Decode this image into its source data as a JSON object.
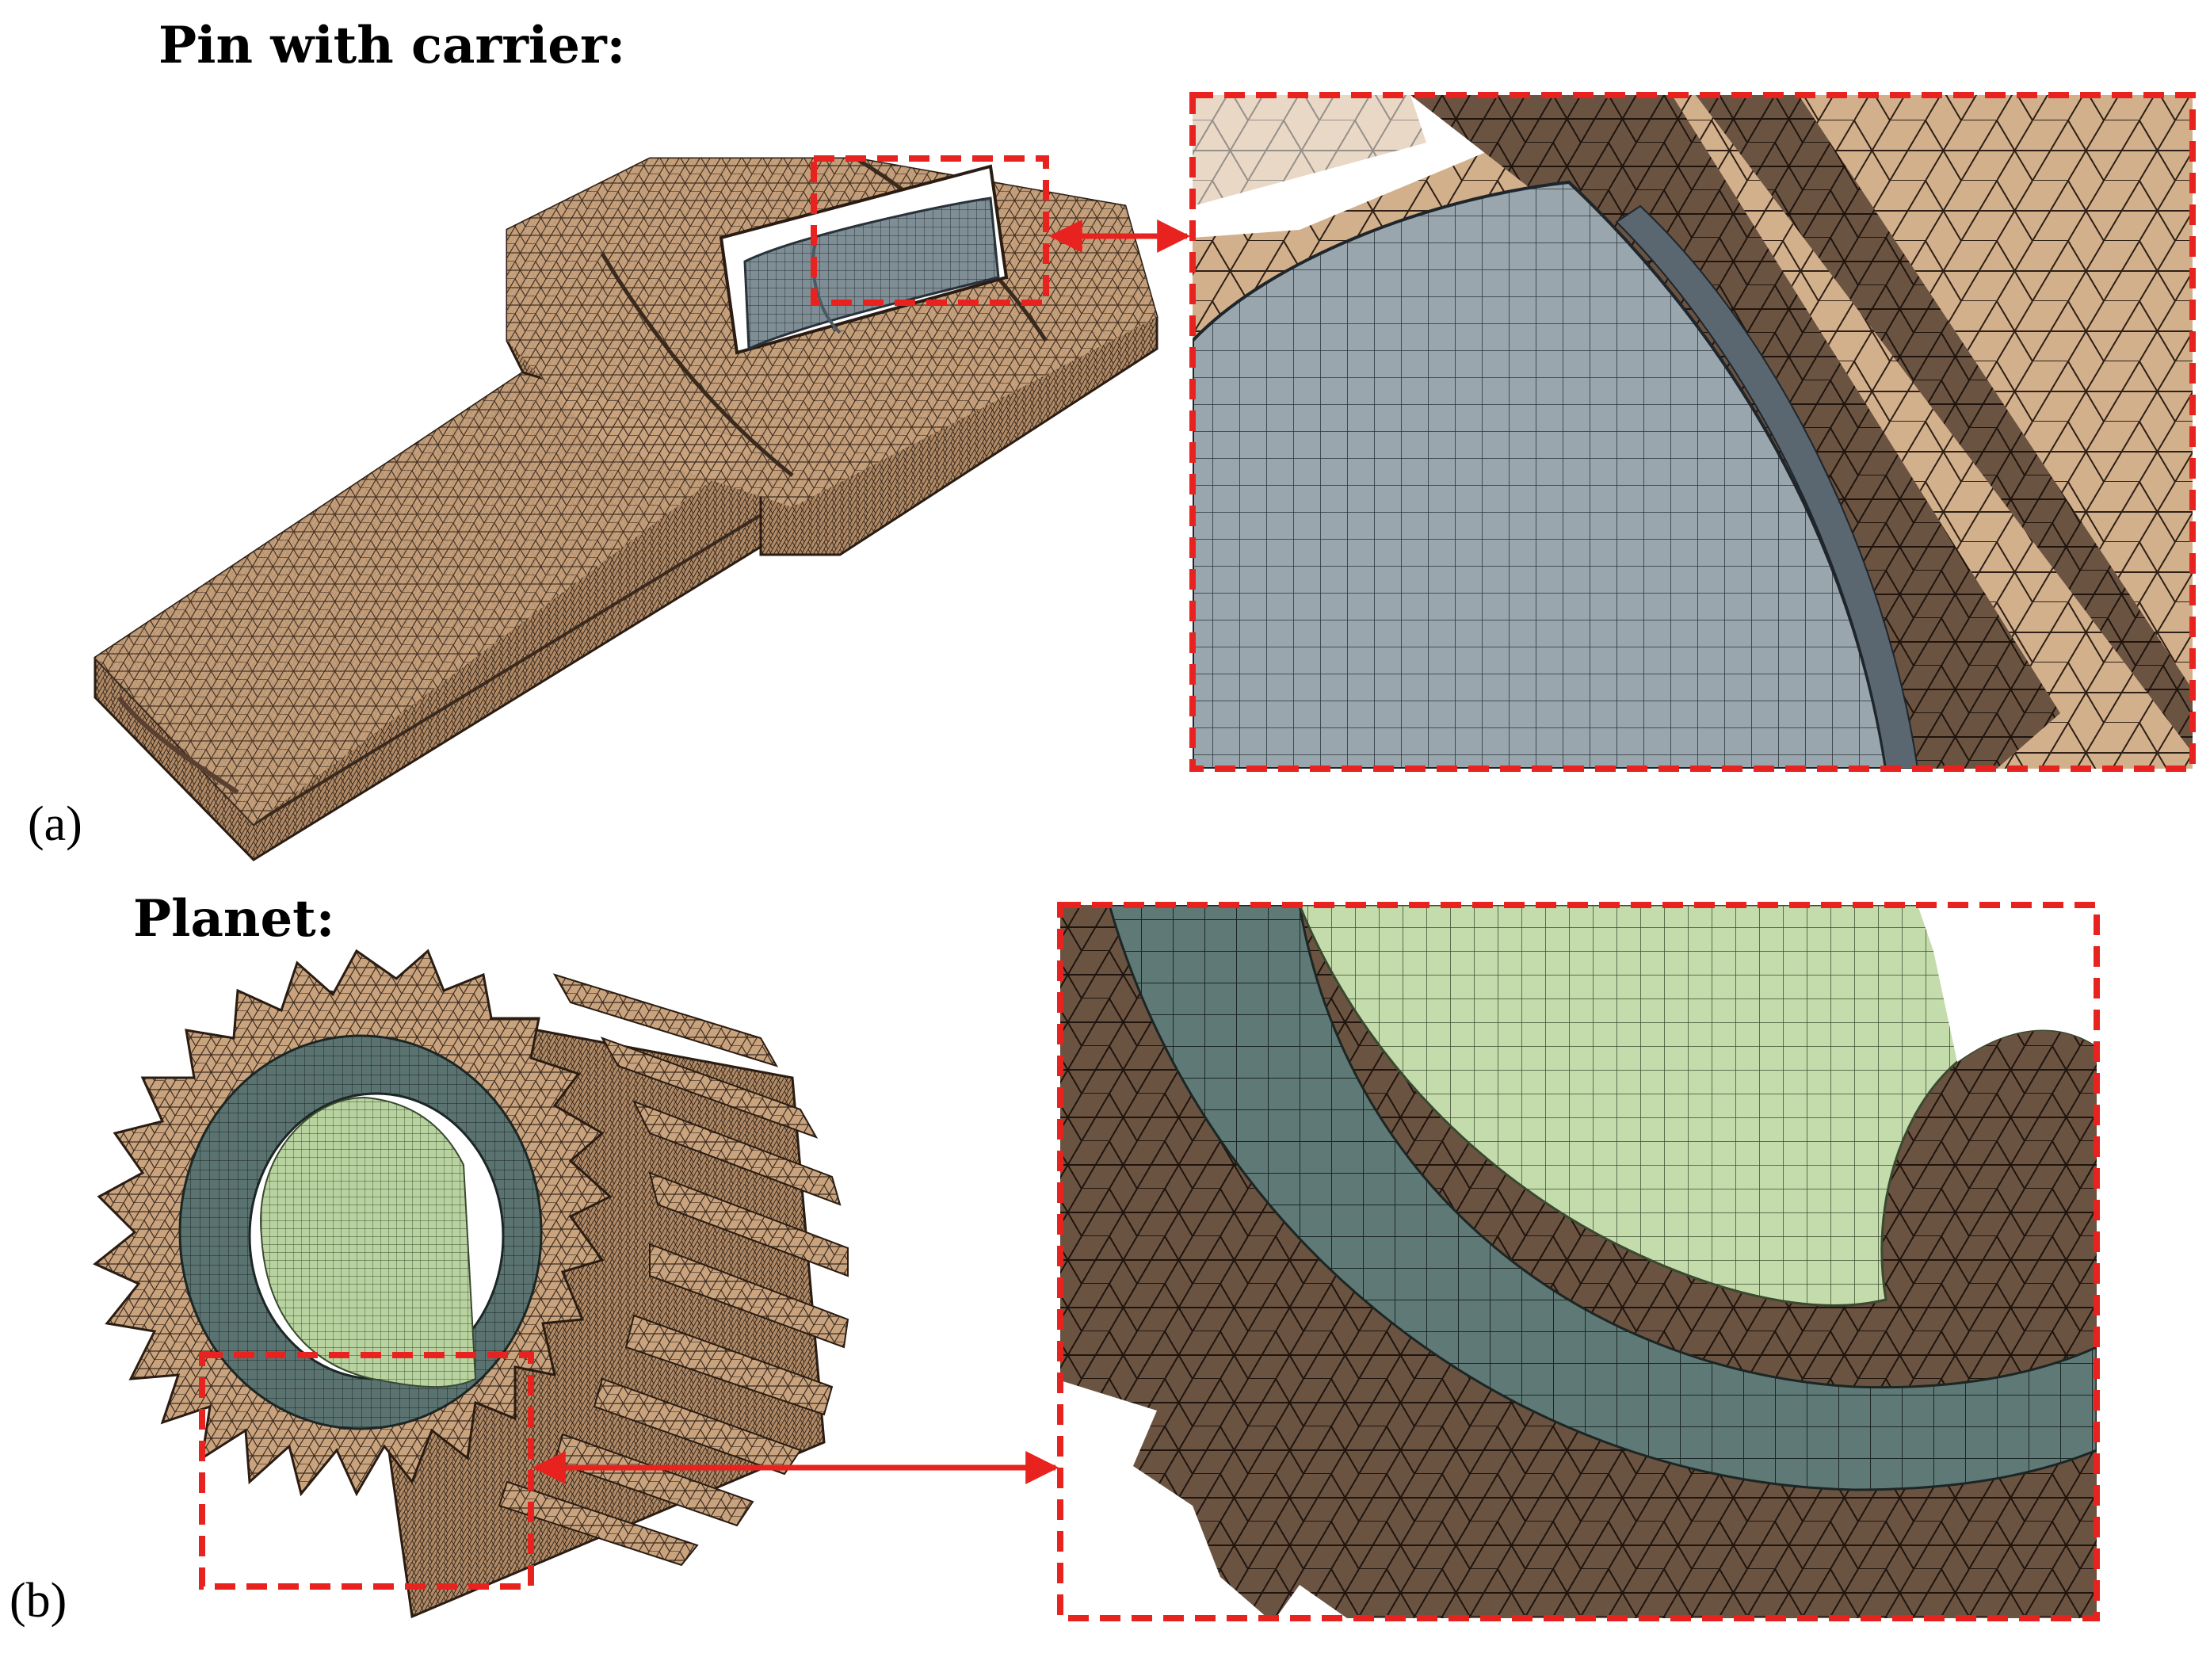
{
  "panels": [
    {
      "label": "(a)",
      "heading": "Pin with carrier:"
    },
    {
      "label": "(b)",
      "heading": "Planet:"
    }
  ],
  "colors": {
    "mesh_brown": "#c9a37e",
    "mesh_brown_dark": "#6b5342",
    "mesh_grey_blue": "#7f8e94",
    "mesh_teal": "#5a7370",
    "mesh_green": "#b9d3a0",
    "callout_red": "#e8231f"
  },
  "icons": [
    "double-headed-arrow",
    "dashed-callout-box"
  ]
}
